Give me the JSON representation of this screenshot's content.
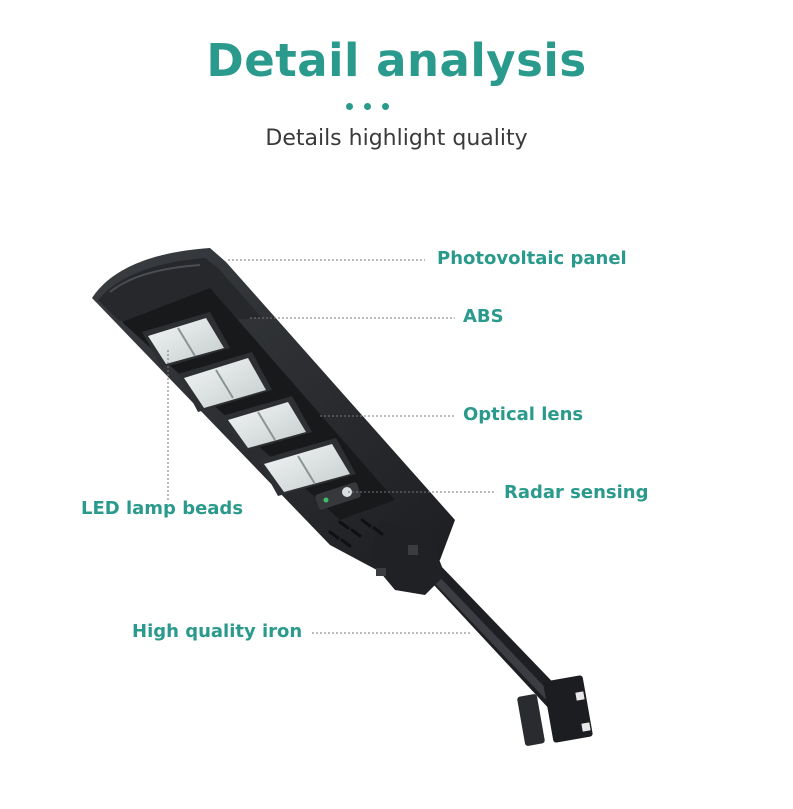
{
  "header": {
    "title": "Detail analysis",
    "subtitle": "Details highlight quality"
  },
  "callouts": {
    "photovoltaic_panel": "Photovoltaic panel",
    "abs": "ABS",
    "optical_lens": "Optical lens",
    "radar_sensing": "Radar sensing",
    "led_lamp_beads": "LED lamp beads",
    "high_quality_iron": "High quality iron"
  },
  "colors": {
    "accent": "#2a9a8c",
    "subtitle": "#3a3a3a",
    "lamp_body": "#2b2d30"
  }
}
